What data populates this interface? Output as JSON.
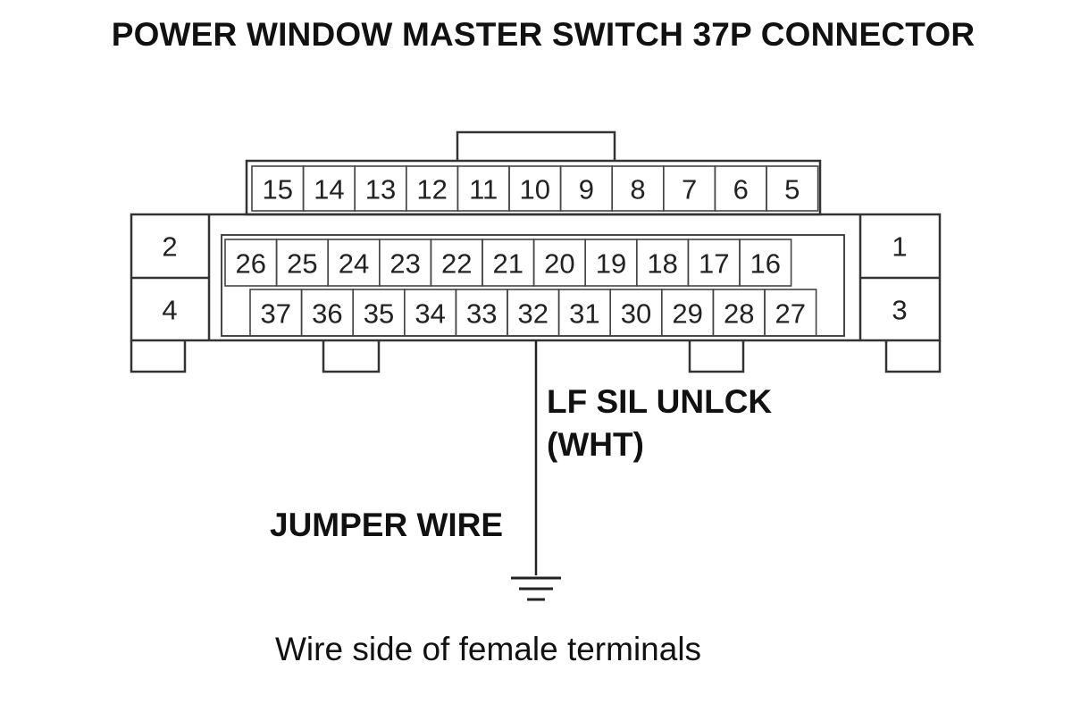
{
  "title": "POWER WINDOW MASTER SWITCH 37P CONNECTOR",
  "connector": {
    "top_row": [
      "15",
      "14",
      "13",
      "12",
      "11",
      "10",
      "9",
      "8",
      "7",
      "6",
      "5"
    ],
    "middle_row": [
      "26",
      "25",
      "24",
      "23",
      "22",
      "21",
      "20",
      "19",
      "18",
      "17",
      "16"
    ],
    "bottom_row": [
      "37",
      "36",
      "35",
      "34",
      "33",
      "32",
      "31",
      "30",
      "29",
      "28",
      "27"
    ],
    "left_column": [
      "2",
      "4"
    ],
    "right_column": [
      "1",
      "3"
    ]
  },
  "wire": {
    "terminal": "32",
    "signal_label": "LF SIL UNLCK",
    "color_label": "(WHT)",
    "jumper_label": "JUMPER WIRE"
  },
  "icons": {
    "ground": "ground-symbol-icon"
  },
  "caption": "Wire side of female terminals"
}
